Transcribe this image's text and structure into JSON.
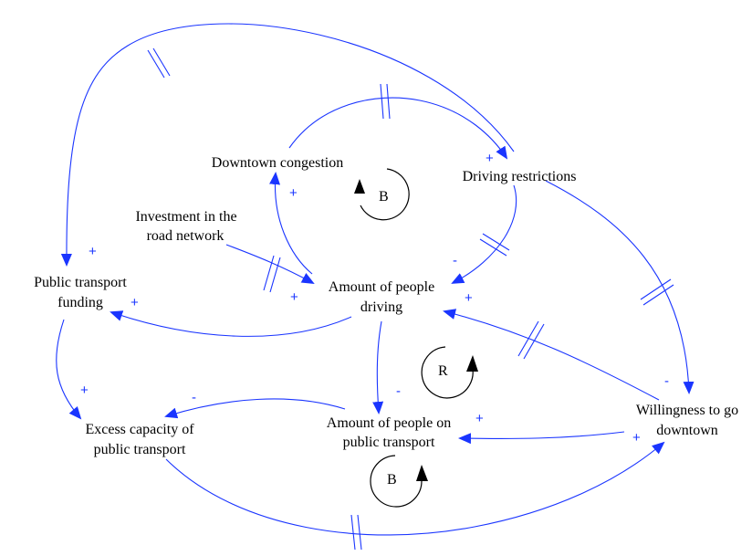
{
  "colors": {
    "link": "#1a35ff",
    "polarity": "#1a35ff",
    "text": "#000000",
    "loop_marker": "#000000"
  },
  "variables": {
    "downtown_congestion": "Downtown congestion",
    "driving_restrictions": "Driving restrictions",
    "investment_line1": "Investment in the",
    "investment_line2": "road network",
    "public_transport_funding_line1": "Public transport",
    "public_transport_funding_line2": "funding",
    "amount_driving_line1": "Amount of people",
    "amount_driving_line2": "driving",
    "excess_capacity_line1": "Excess capacity of",
    "excess_capacity_line2": "public transport",
    "amount_public_transport_line1": "Amount of people on",
    "amount_public_transport_line2": "public transport",
    "willingness_line1": "Willingness to go",
    "willingness_line2": "downtown"
  },
  "loops": {
    "top": "B",
    "middle": "R",
    "bottom": "B"
  },
  "links": [
    {
      "from": "Amount of people driving",
      "to": "Downtown congestion",
      "polarity": "+",
      "delay": false
    },
    {
      "from": "Downtown congestion",
      "to": "Driving restrictions",
      "polarity": "+",
      "delay": true
    },
    {
      "from": "Driving restrictions",
      "to": "Amount of people driving",
      "polarity": "-",
      "delay": true
    },
    {
      "from": "Driving restrictions",
      "to": "Public transport funding",
      "polarity": "+",
      "delay": true
    },
    {
      "from": "Driving restrictions",
      "to": "Willingness to go downtown",
      "polarity": "-",
      "delay": true
    },
    {
      "from": "Investment in the road network",
      "to": "Amount of people driving",
      "polarity": "+",
      "delay": true
    },
    {
      "from": "Amount of people driving",
      "to": "Public transport funding",
      "polarity": "+",
      "delay": false
    },
    {
      "from": "Amount of people driving",
      "to": "Amount of people on public transport",
      "polarity": "-",
      "delay": false
    },
    {
      "from": "Willingness to go downtown",
      "to": "Amount of people driving",
      "polarity": "+",
      "delay": true
    },
    {
      "from": "Public transport funding",
      "to": "Excess capacity of public transport",
      "polarity": "+",
      "delay": false
    },
    {
      "from": "Amount of people on public transport",
      "to": "Excess capacity of public transport",
      "polarity": "-",
      "delay": false
    },
    {
      "from": "Willingness to go downtown",
      "to": "Amount of people on public transport",
      "polarity": "+",
      "delay": false
    },
    {
      "from": "Excess capacity of public transport",
      "to": "Willingness to go downtown",
      "polarity": "+",
      "delay": true
    }
  ]
}
